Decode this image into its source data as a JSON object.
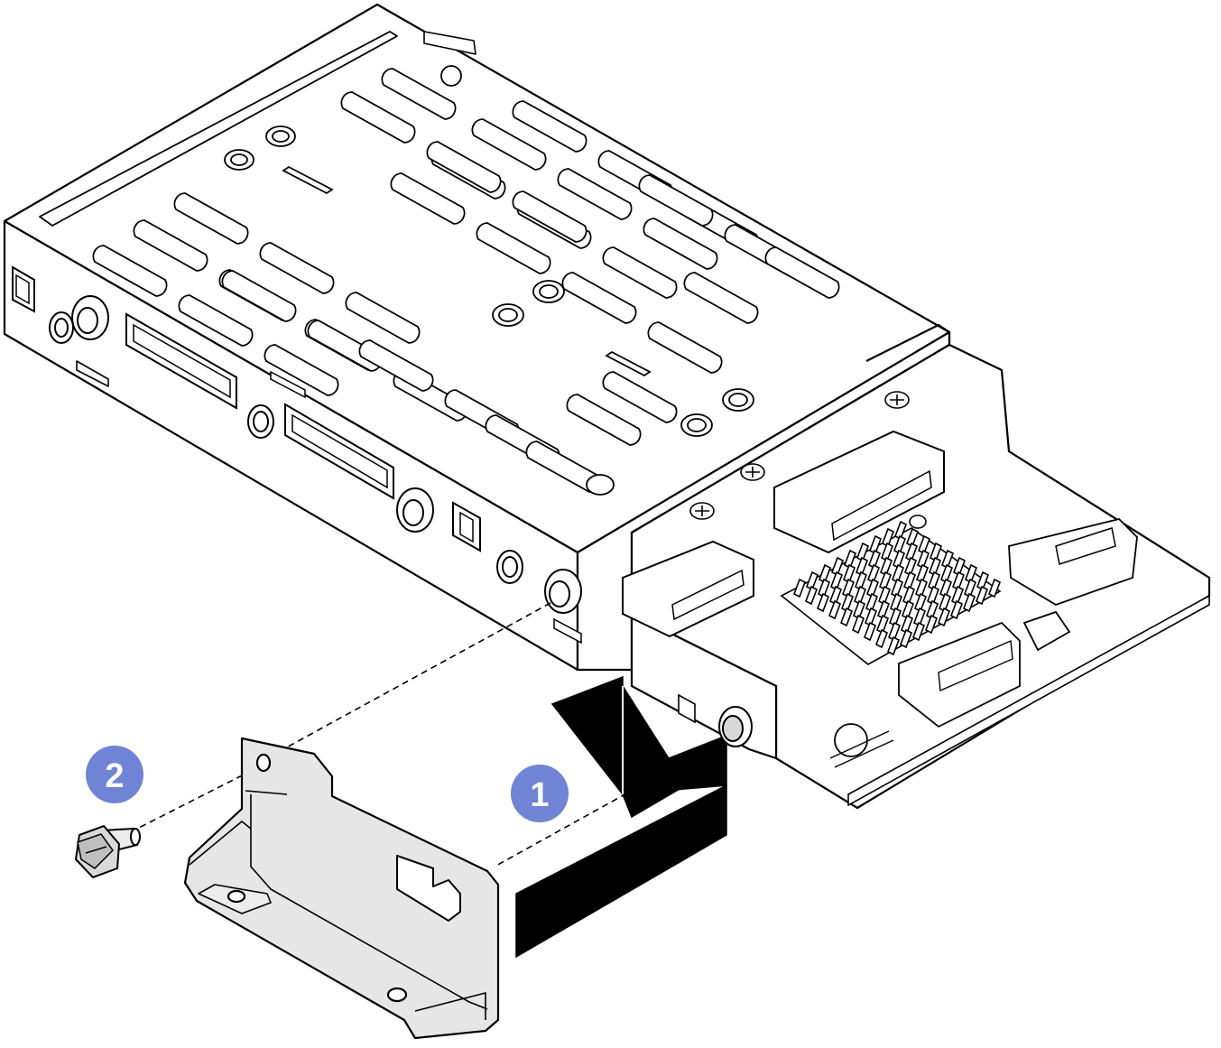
{
  "diagram": {
    "kind": "exploded-installation-view",
    "colors": {
      "line": "#000000",
      "metal_fill": "#ffffff",
      "bracket_fill": "#e6e6e6",
      "screw_fill": "#d9d9d9",
      "callout_fill": "#6f84d4",
      "callout_text": "#ffffff",
      "arrow_fill": "#000000"
    },
    "callouts": [
      {
        "id": "step-1",
        "label": "1"
      },
      {
        "id": "step-2",
        "label": "2"
      }
    ],
    "parts": [
      {
        "id": "drive-cage",
        "icon": "drive-cage-icon"
      },
      {
        "id": "backplane-board",
        "icon": "circuit-board-icon"
      },
      {
        "id": "heatsink",
        "icon": "heatsink-icon"
      },
      {
        "id": "mounting-bracket",
        "icon": "bracket-icon"
      },
      {
        "id": "screw",
        "icon": "screw-icon"
      },
      {
        "id": "insertion-arrow",
        "icon": "arrow-icon"
      }
    ]
  }
}
